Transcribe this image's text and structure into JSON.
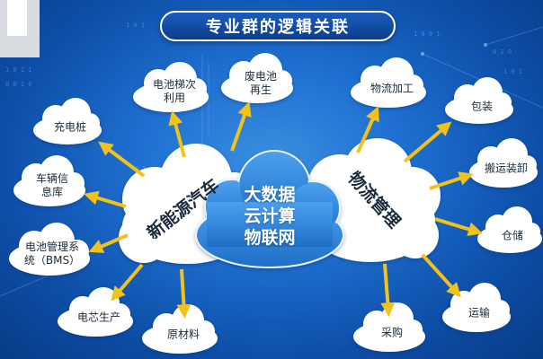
{
  "title": "专业群的逻辑关联",
  "center": {
    "line1": "大数据",
    "line2": "云计算",
    "line3": "物联网"
  },
  "left_group": {
    "label": "新能源汽车"
  },
  "right_group": {
    "label": "物流管理"
  },
  "left_nodes": {
    "battery_reuse": {
      "line1": "电池梯次",
      "line2": "利用"
    },
    "battery_recycle": {
      "line1": "废电池",
      "line2": "再生"
    },
    "charging_pile": {
      "line1": "充电桩"
    },
    "vehicle_info": {
      "line1": "车辆信",
      "line2": "息库"
    },
    "bms": {
      "line1": "电池管理系",
      "line2": "统（BMS）"
    },
    "cell_production": {
      "line1": "电芯生产"
    },
    "raw_materials": {
      "line1": "原材料"
    }
  },
  "right_nodes": {
    "logistics_processing": {
      "line1": "物流加工"
    },
    "packaging": {
      "line1": "包装"
    },
    "handling": {
      "line1": "搬运装卸"
    },
    "warehousing": {
      "line1": "仓储"
    },
    "transport": {
      "line1": "运输"
    },
    "procurement": {
      "line1": "采购"
    }
  },
  "colors": {
    "background": "#1e6fd0",
    "arrow": "#f2c21b",
    "cloud_white": "#ffffff",
    "center_cloud": "#2f86dd"
  }
}
